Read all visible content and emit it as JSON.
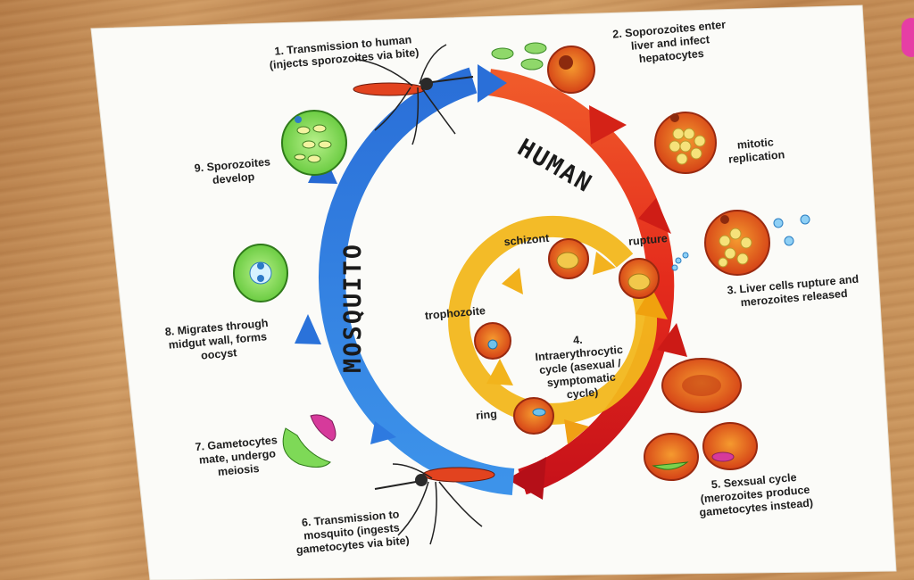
{
  "diagram": {
    "cycle_words": {
      "human": "HUMAN",
      "mosquito": "MOSQUITO"
    },
    "steps": {
      "s1": "1. Transmission to human (injects sporozoites via bite)",
      "s2": "2. Soporozoites enter liver and infect hepatocytes",
      "s2b": "mitotic replication",
      "s3": "3. Liver cells rupture and merozoites released",
      "s4": "4. Intraerythrocytic cycle (asexual / symptomatic cycle)",
      "s5": "5. Sexsual cycle (merozoites produce gametocytes instead)",
      "s6": "6. Transmission to mosquito (ingests gametocytes via bite)",
      "s7": "7. Gametocytes mate, undergo meiosis",
      "s8": "8. Migrates through midgut wall, forms oocyst",
      "s9": "9. Sporozoites develop"
    },
    "inner_labels": {
      "schizont": "schizont",
      "rupture": "rupture",
      "trophozoite": "trophozoite",
      "ring": "ring"
    },
    "colors": {
      "human_arrow": "#e8321e",
      "mosquito_arrow": "#2f7fe0",
      "inner_cycle": "#f2b71c",
      "cell_red": "#e2541b",
      "cell_green": "#7ed957",
      "parasite_pink": "#d63a9b"
    }
  }
}
